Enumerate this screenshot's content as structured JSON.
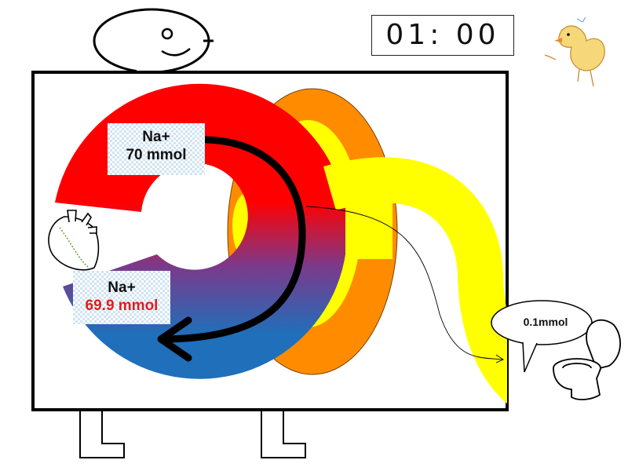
{
  "timer": {
    "display": "01: 00"
  },
  "labels": {
    "top": {
      "line1": "Na+",
      "line2": "70 mmol"
    },
    "bottom": {
      "line1": "Na+",
      "line2": "69.9 mmol"
    },
    "bubble": "0.1mmol"
  },
  "colors": {
    "arterial": "#ff0000",
    "venous": "#1f6fba",
    "kidney_outer": "#ff8c00",
    "kidney_inner": "#ffff00",
    "urine": "#ffff00",
    "label_text_highlight": "#e11d1d"
  },
  "icons": [
    "face-icon",
    "heart-icon",
    "chick-icon",
    "toilet-icon",
    "flow-arrow-icon"
  ]
}
